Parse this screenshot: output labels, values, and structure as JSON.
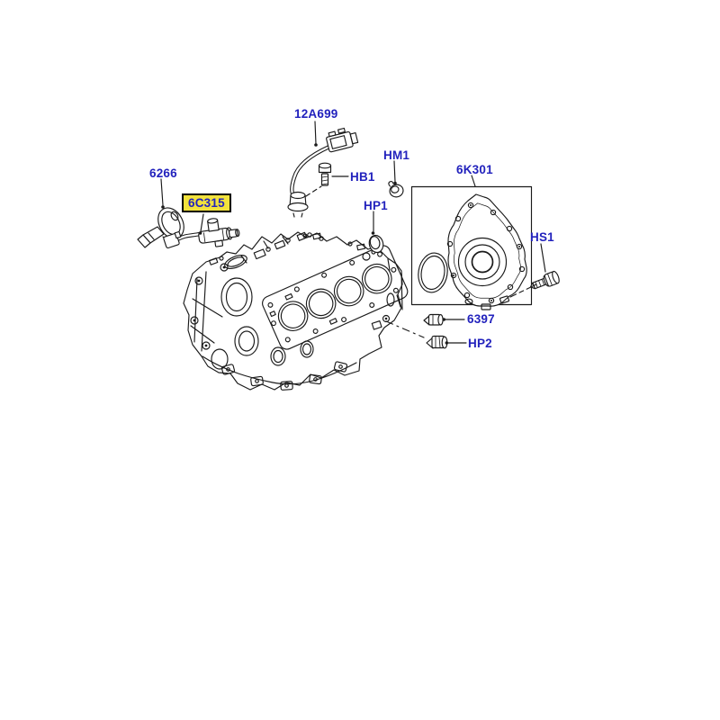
{
  "diagram": {
    "background": "#ffffff",
    "colors": {
      "label_text": "#2222bd",
      "line_art": "#1a1a1a",
      "highlight_background": "#f2e23c",
      "highlight_border": "#000000"
    },
    "callouts": [
      {
        "label": "12A699",
        "highlighted": false
      },
      {
        "label": "6266",
        "highlighted": false
      },
      {
        "label": "6C315",
        "highlighted": true
      },
      {
        "label": "HB1",
        "highlighted": false
      },
      {
        "label": "HM1",
        "highlighted": false
      },
      {
        "label": "HP1",
        "highlighted": false
      },
      {
        "label": "6K301",
        "highlighted": false
      },
      {
        "label": "HS1",
        "highlighted": false
      },
      {
        "label": "6397",
        "highlighted": false
      },
      {
        "label": "HP2",
        "highlighted": false
      }
    ]
  }
}
